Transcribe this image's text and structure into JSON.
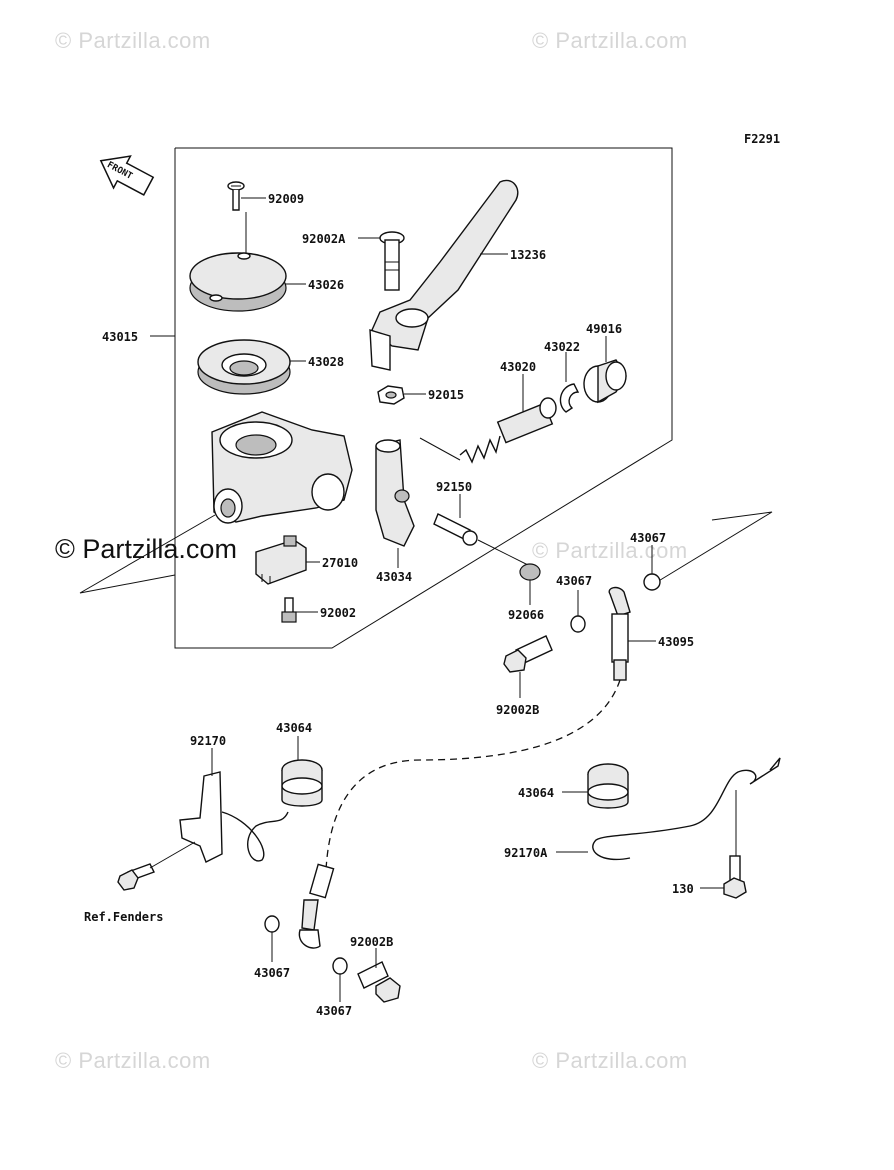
{
  "diagram_code": "F2291",
  "watermarks": {
    "top_left": "© Partzilla.com",
    "top_right": "© Partzilla.com",
    "middle_left": "© Partzilla.com",
    "middle_right": "© Partzilla.com",
    "bottom_left": "© Partzilla.com",
    "bottom_right": "© Partzilla.com"
  },
  "front_arrow": "FRONT",
  "parts": {
    "p92009": "92009",
    "p92002A": "92002A",
    "p13236": "13236",
    "p43026": "43026",
    "p43015": "43015",
    "p43028": "43028",
    "p49016": "49016",
    "p43022": "43022",
    "p43020": "43020",
    "p92015": "92015",
    "p92150": "92150",
    "p27010": "27010",
    "p43034": "43034",
    "p43067_a": "43067",
    "p43067_b": "43067",
    "p92002": "92002",
    "p92066": "92066",
    "p43095": "43095",
    "p92002B_a": "92002B",
    "p92170": "92170",
    "p43064_a": "43064",
    "p43064_b": "43064",
    "p92170A": "92170A",
    "p130": "130",
    "ref_fenders": "Ref.Fenders",
    "p43067_c": "43067",
    "p92002B_b": "92002B",
    "p43067_d": "43067"
  },
  "colors": {
    "line": "#111111",
    "watermark": "#d6d6d6",
    "background": "#ffffff"
  }
}
